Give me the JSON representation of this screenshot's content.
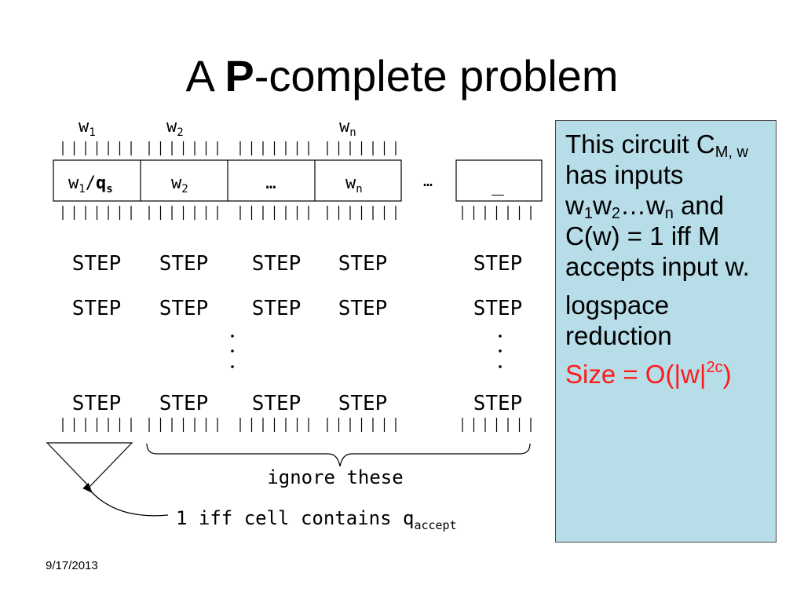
{
  "title": {
    "prefix": "A ",
    "bold": "P",
    "suffix": "-complete problem"
  },
  "date": "9/17/2013",
  "inputs": {
    "w1": "w",
    "w1_sub": "1",
    "w2": "w",
    "w2_sub": "2",
    "wn": "w",
    "wn_sub": "n"
  },
  "tape": {
    "cell1_a": "w",
    "cell1_sub": "1",
    "cell1_slash": "/",
    "cell1_q": "q",
    "cell1_qsub": "s",
    "cell2": "w",
    "cell2_sub": "2",
    "cell3": "…",
    "cell4": "w",
    "cell4_sub": "n",
    "gap": "…",
    "blank": "_"
  },
  "step_label": "STEP",
  "ellipsis_dot": ".",
  "ignore_label": "ignore these",
  "accept_label": {
    "text": "1 iff cell contains q",
    "sub": "accept"
  },
  "sidebox": {
    "p1_a": "This circuit C",
    "p1_sub": "M, w",
    "p1_b": " has inputs w",
    "p1_s1": "1",
    "p1_c": "w",
    "p1_s2": "2",
    "p1_d": "…w",
    "p1_s3": "n",
    "p1_e": " and C(w) = 1 iff M accepts input w.",
    "p2": "logspace reduction",
    "p3_a": "Size = O(|w|",
    "p3_sup": "2c",
    "p3_b": ")"
  },
  "colors": {
    "sidebox_bg": "#b7dde8",
    "size_text": "#ff1a1a"
  }
}
